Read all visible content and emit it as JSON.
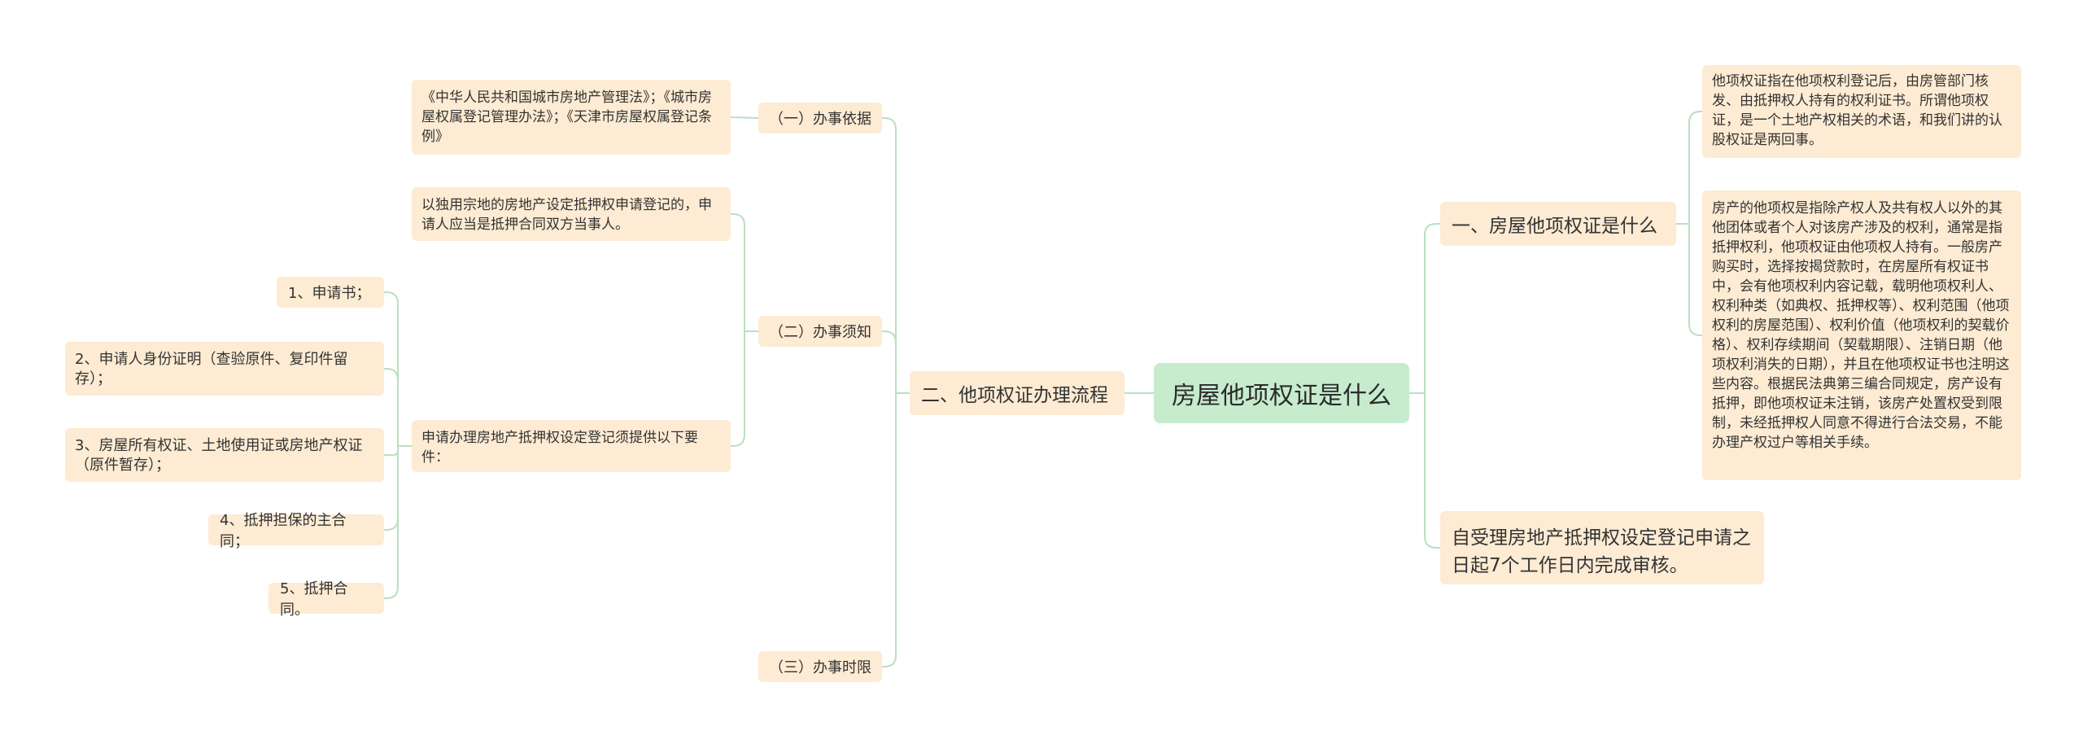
{
  "root": {
    "label": "房屋他项权证是什么"
  },
  "right": {
    "what": {
      "label": "一、房屋他项权证是什么",
      "details": [
        "他项权证指在他项权利登记后，由房管部门核发、由抵押权人持有的权利证书。所谓他项权证，是一个土地产权相关的术语，和我们讲的认股权证是两回事。",
        "房产的他项权是指除产权人及共有权人以外的其他团体或者个人对该房产涉及的权利，通常是指抵押权利，他项权证由他项权人持有。一般房产购买时，选择按揭贷款时，在房屋所有权证书中，会有他项权利内容记载，载明他项权利人、权利种类（如典权、抵押权等）、权利范围（他项权利的房屋范围）、权利价值（他项权利的契载价格）、权利存续期间（契载期限）、注销日期（他项权利消失的日期），并且在他项权证书也注明这些内容。根据民法典第三编合同规定，房产设有抵押，即他项权证未注销，该房产处置权受到限制，未经抵押权人同意不得进行合法交易，不能办理产权过户等相关手续。"
      ]
    },
    "deadline": {
      "label": "自受理房地产抵押权设定登记申请之日起7个工作日内完成审核。"
    }
  },
  "left": {
    "process": {
      "label": "二、他项权证办理流程"
    },
    "basis": {
      "label": "（一）办事依据",
      "detail": "《中华人民共和国城市房地产管理法》；《城市房屋权属登记管理办法》；《天津市房屋权属登记条例》"
    },
    "notice": {
      "label": "（二）办事须知",
      "detail1": "以独用宗地的房地产设定抵押权申请登记的，申请人应当是抵押合同双方当事人。",
      "detail2": "申请办理房地产抵押权设定登记须提供以下要件：",
      "items": [
        "1、申请书；",
        "2、申请人身份证明（查验原件、复印件留存）；",
        "3、房屋所有权证、土地使用证或房地产权证（原件暂存）；",
        "4、抵押担保的主合同；",
        "5、抵押合同。"
      ]
    },
    "time": {
      "label": "（三）办事时限"
    }
  },
  "colors": {
    "line": "#b9e0c1",
    "node": "#fdebd3",
    "root": "#c6ebcd"
  }
}
